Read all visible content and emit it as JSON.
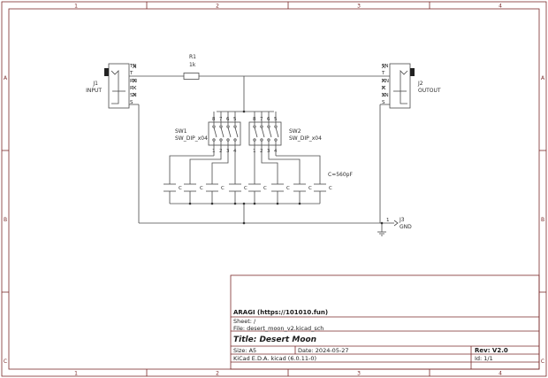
{
  "border": {
    "col_labels": [
      "1",
      "2",
      "3",
      "4"
    ],
    "row_labels": [
      "A",
      "B",
      "C"
    ]
  },
  "j1": {
    "ref": "J1",
    "value": "INPUT",
    "pins": [
      "TN",
      "T",
      "RN",
      "R",
      "SN",
      "S"
    ]
  },
  "j2": {
    "ref": "J2",
    "value": "OUTOUT",
    "pins": [
      "TN",
      "T",
      "RN",
      "R",
      "SN",
      "S"
    ]
  },
  "r1": {
    "ref": "R1",
    "value": "1k"
  },
  "sw1": {
    "ref": "SW1",
    "value": "SW_DIP_x04",
    "pin_top": [
      "8",
      "7",
      "6",
      "5"
    ],
    "pin_bottom": [
      "1",
      "2",
      "3",
      "4"
    ]
  },
  "sw2": {
    "ref": "SW2",
    "value": "SW_DIP_x04",
    "pin_top": [
      "8",
      "7",
      "6",
      "5"
    ],
    "pin_bottom": [
      "1",
      "2",
      "3",
      "4"
    ]
  },
  "caps": {
    "label": "C",
    "value_note": "C=560pF",
    "count": 8
  },
  "j3": {
    "ref": "J3",
    "value": "GND",
    "pin": "1"
  },
  "title_block": {
    "company": "ARAGI (https://101010.fun)",
    "sheet": "Sheet: /",
    "file": "File: desert_moon_v2.kicad_sch",
    "title": "Title: Desert Moon",
    "size": "Size: A5",
    "date": "Date: 2024-05-27",
    "rev": "Rev: V2.0",
    "tool": "KiCad E.D.A.  kicad (6.0.11-0)",
    "id": "Id: 1/1"
  }
}
